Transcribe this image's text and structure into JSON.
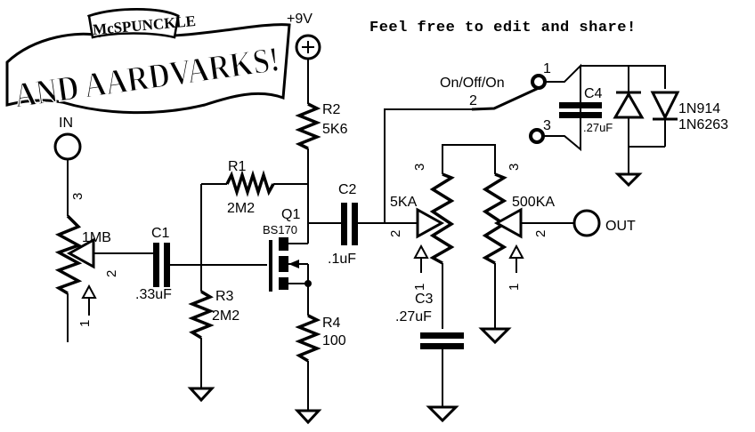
{
  "logo": {
    "top_text": "McSPUNCKLE",
    "main_text": "AND AARDVARKS!"
  },
  "note": "Feel free to edit and share!",
  "power": {
    "label": "+9V",
    "symbol": "+"
  },
  "input": {
    "label": "IN"
  },
  "output": {
    "label": "OUT"
  },
  "components": {
    "r1": {
      "ref": "R1",
      "value": "2M2"
    },
    "r2": {
      "ref": "R2",
      "value": "5K6"
    },
    "r3": {
      "ref": "R3",
      "value": "2M2"
    },
    "r4": {
      "ref": "R4",
      "value": "100"
    },
    "c1": {
      "ref": "C1",
      "value": ".33uF"
    },
    "c2": {
      "ref": "C2",
      "value": ".1uF"
    },
    "c3": {
      "ref": "C3",
      "value": ".27uF"
    },
    "c4": {
      "ref": "C4",
      "value": ".27uF"
    },
    "q1": {
      "ref": "Q1",
      "part": "BS170"
    },
    "pot_in": {
      "value": "1MB",
      "pin1": "1",
      "pin2": "2",
      "pin3": "3"
    },
    "pot_tone": {
      "value": "5KA",
      "pin1": "1",
      "pin2": "2",
      "pin3": "3"
    },
    "pot_vol": {
      "value": "500KA",
      "pin1": "1",
      "pin2": "2",
      "pin3": "3"
    },
    "switch": {
      "label": "On/Off/On",
      "pin1": "1",
      "pin2": "2",
      "pin3": "3"
    },
    "diodes": {
      "d1": "1N914",
      "d2": "1N6263"
    }
  }
}
